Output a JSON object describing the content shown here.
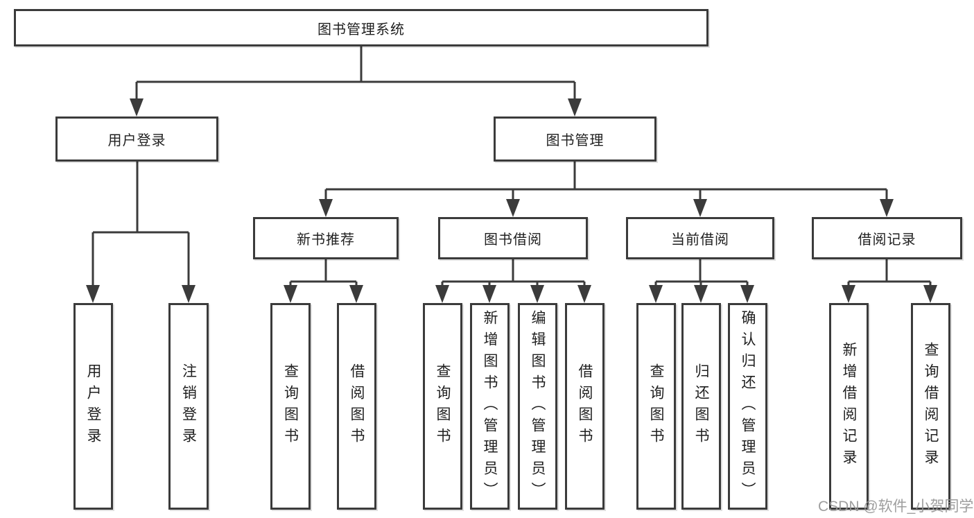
{
  "diagram": {
    "root": {
      "label": "图书管理系统"
    },
    "level2": [
      {
        "label": "用户登录"
      },
      {
        "label": "图书管理"
      }
    ],
    "level3": [
      {
        "label": "新书推荐"
      },
      {
        "label": "图书借阅"
      },
      {
        "label": "当前借阅"
      },
      {
        "label": "借阅记录"
      }
    ],
    "leaves": [
      {
        "label": "用户登录"
      },
      {
        "label": "注销登录"
      },
      {
        "label": "查询图书"
      },
      {
        "label": "借阅图书"
      },
      {
        "label": "查询图书"
      },
      {
        "label": "新增图书（管理员）"
      },
      {
        "label": "编辑图书（管理员）"
      },
      {
        "label": "借阅图书"
      },
      {
        "label": "查询图书"
      },
      {
        "label": "归还图书"
      },
      {
        "label": "确认归还（管理员）"
      },
      {
        "label": "新增借阅记录"
      },
      {
        "label": "查询借阅记录"
      }
    ]
  },
  "watermark": {
    "text": "CSDN @软件_小贺同学"
  },
  "colors": {
    "line": "#3b3b3b",
    "text": "#1f1f1f",
    "background": "#ffffff",
    "watermark": "#969696"
  }
}
